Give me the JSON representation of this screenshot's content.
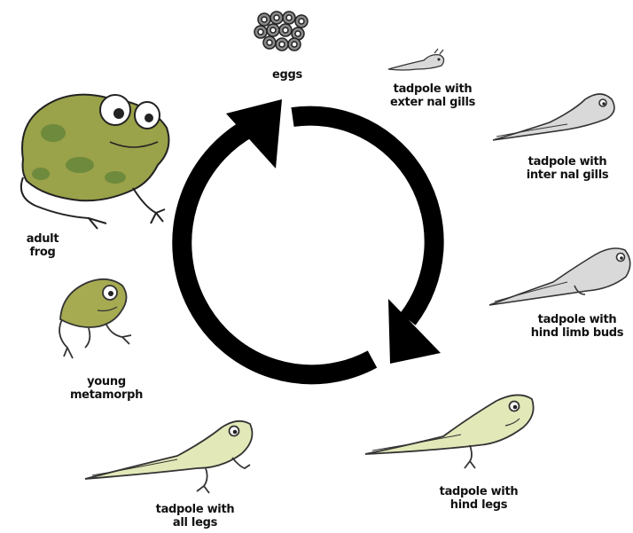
{
  "stages": [
    {
      "id": "eggs",
      "label_lines": [
        "eggs"
      ]
    },
    {
      "id": "tadpole-external-gills",
      "label_lines": [
        "tadpole with",
        "exter nal gills"
      ]
    },
    {
      "id": "tadpole-internal-gills",
      "label_lines": [
        "tadpole with",
        "inter nal gills"
      ]
    },
    {
      "id": "tadpole-hind-limb-buds",
      "label_lines": [
        "tadpole with",
        "hind limb buds"
      ]
    },
    {
      "id": "tadpole-hind-legs",
      "label_lines": [
        "tadpole with",
        "hind legs"
      ]
    },
    {
      "id": "tadpole-all-legs",
      "label_lines": [
        "tadpole with",
        "all legs"
      ]
    },
    {
      "id": "young-metamorph",
      "label_lines": [
        "young",
        "metamorph"
      ]
    },
    {
      "id": "adult-frog",
      "label_lines": [
        "adult",
        "frog"
      ]
    }
  ],
  "cycle": {
    "direction": "clockwise",
    "arrow_count": 2
  },
  "colors": {
    "arrow": "#000000",
    "adult_frog": "#9aa24a",
    "adult_frog_spots": "#6e8a3c",
    "young_frog": "#a6ab52",
    "tadpole_gray": "#d9d9d9",
    "tadpole_green": "#e3e8b8",
    "egg": "#8a8a8a"
  }
}
